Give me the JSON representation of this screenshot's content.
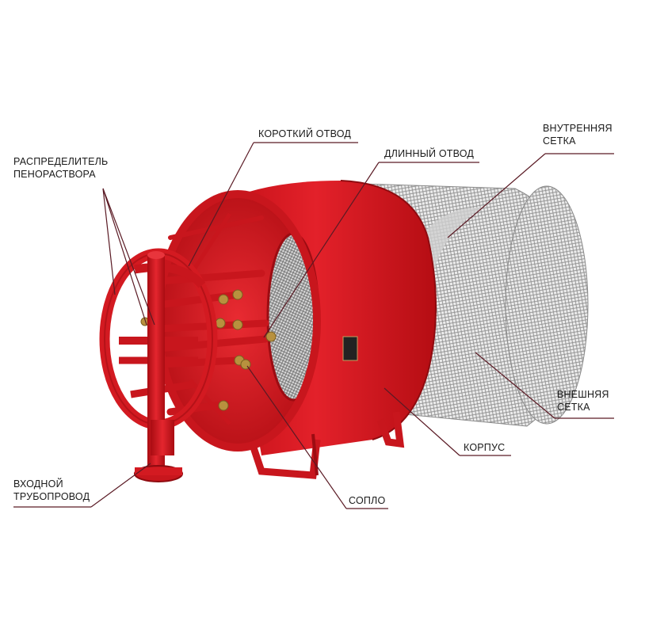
{
  "labels": {
    "short_branch": "КОРОТКИЙ ОТВОД",
    "long_branch": "ДЛИННЫЙ ОТВОД",
    "inner_mesh": [
      "ВНУТРЕННЯЯ",
      "СЕТКА"
    ],
    "distributor": [
      "РАСПРЕДЕЛИТЕЛЬ",
      "ПЕНОРАСТВОРА"
    ],
    "outer_mesh": [
      "ВНЕШНЯЯ",
      "СЕТКА"
    ],
    "body": "КОРПУС",
    "nozzle": "СОПЛО",
    "inlet_pipe": [
      "ВХОДНОЙ",
      "ТРУБОПРОВОД"
    ]
  },
  "colors": {
    "body_red": "#d9141b",
    "dark_red": "#8f0b10",
    "mesh_gray": "#9a9a9a",
    "brass": "#b8913e",
    "leader_line": "#5a1a24"
  }
}
